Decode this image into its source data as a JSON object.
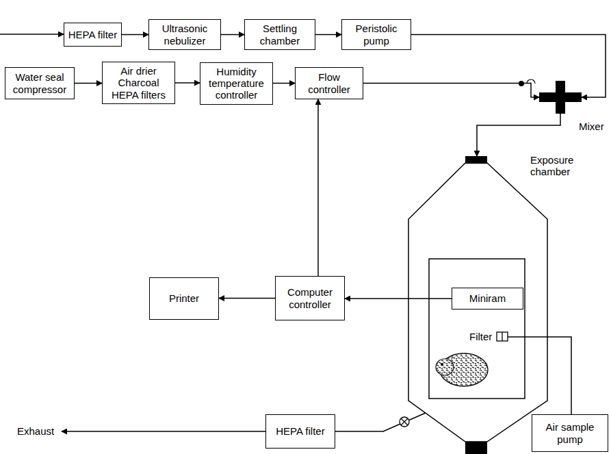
{
  "diagram": {
    "nodes": [
      {
        "text": [
          "HEPA filter"
        ]
      },
      {
        "text": [
          "Ultrasonic nebulizer"
        ]
      },
      {
        "text": [
          "Settling chamber"
        ]
      },
      {
        "text": [
          "Peristolic pump"
        ]
      },
      {
        "text": [
          "Water seal compressor"
        ]
      },
      {
        "text": [
          "Air drier Charcoal HEPA filters"
        ]
      },
      {
        "text": [
          "Humidity temperature controller"
        ]
      },
      {
        "text": [
          "Flow controller"
        ]
      },
      {
        "text": [
          "Mixer"
        ]
      },
      {
        "text": [
          "Exposure chamber"
        ]
      },
      {
        "text": [
          "Miniram"
        ],
        "in": 9
      },
      {
        "text": [
          "Printer"
        ]
      },
      {
        "text": [
          "Computer controller"
        ]
      },
      {
        "text": [
          "HEPA filter"
        ]
      },
      {
        "text": [
          "Air sample pump"
        ]
      }
    ],
    "edges": [
      {
        "from": 0,
        "to": 1,
        "arrow": "to"
      },
      {
        "from": 1,
        "to": 2,
        "arrow": "to"
      },
      {
        "from": 2,
        "to": 3,
        "arrow": "to"
      },
      {
        "from": 3,
        "to": 8,
        "arrow": "to"
      },
      {
        "from": 4,
        "to": 5,
        "arrow": "to"
      },
      {
        "from": 5,
        "to": 6,
        "arrow": "to"
      },
      {
        "from": 6,
        "to": 7,
        "arrow": "to"
      },
      {
        "from": 7,
        "to": 8,
        "arrow": "to"
      },
      {
        "from": 8,
        "to": 9,
        "arrow": "to"
      },
      {
        "from": 10,
        "to": 12,
        "arrow": "to"
      },
      {
        "from": 12,
        "to": 11,
        "arrow": "to"
      },
      {
        "from": 12,
        "to": 7,
        "arrow": "to"
      },
      {
        "from": 9,
        "to": 13,
        "arrow": "none"
      },
      {
        "from": 9,
        "to": 14,
        "arrow": "none"
      }
    ],
    "labels": [
      "Filter",
      "Exhaust"
    ]
  }
}
